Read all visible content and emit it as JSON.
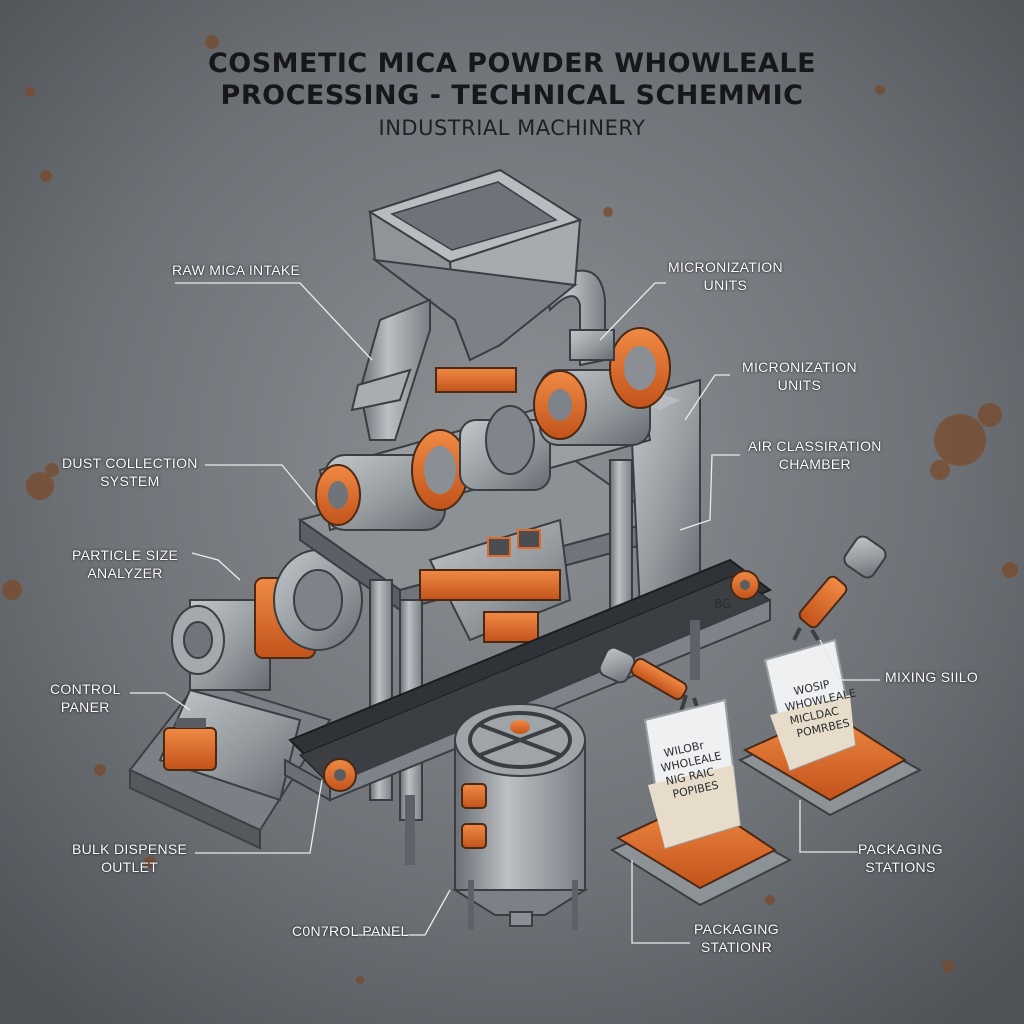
{
  "title": {
    "line1": "COSMETIC MICA POWDER WHOWLEALE",
    "line2": "PROCESSING - TECHNICAL SCHEMMIC",
    "subtitle": "INDUSTRIAL MACHINERY"
  },
  "labels": {
    "raw_mica_intake": {
      "line1": "RAW MICA INTAKE"
    },
    "micronization_units_1": {
      "line1": "MICRONIZATION",
      "line2": "UNITS"
    },
    "micronization_units_2": {
      "line1": "MICRONIZATION",
      "line2": "UNITS"
    },
    "air_classification_chamber": {
      "line1": "AIR CLASSIRATION",
      "line2": "CHAMBER"
    },
    "dust_collection_system": {
      "line1": "DUST COLLECTION",
      "line2": "SYSTEM"
    },
    "particle_size_analyzer": {
      "line1": "PARTICLE SIZE",
      "line2": "ANALYZER"
    },
    "control_paner": {
      "line1": "CONTROL",
      "line2": "PANER"
    },
    "mixing_silo": {
      "line1": "MIXING SIILO"
    },
    "bulk_dispense_outlet": {
      "line1": "BULK DISPENSE",
      "line2": "OUTLET"
    },
    "control_panel": {
      "line1": "C0N7ROL PANEL"
    },
    "packaging_stations_right": {
      "line1": "PACKAGING",
      "line2": "STATIONS"
    },
    "packaging_stations_bottom": {
      "line1": "PACKAGING",
      "line2": "STATIONR"
    }
  },
  "bag_text": {
    "front": [
      "WILOBr",
      "WHOLEALE",
      "NIG RAIC",
      "POPIBES"
    ],
    "back": [
      "WOSIP",
      "WHOWLEALE",
      "MICLDAC",
      "POMRBES"
    ]
  },
  "conveyor_text": "BG",
  "colors": {
    "background": "#6f7378",
    "steel": "#9ea3a8",
    "steel_dark": "#5d6268",
    "accent_orange": "#e26a28",
    "belt": "#2f3236",
    "label_text": "#ffffff",
    "title_text": "#15171a"
  }
}
